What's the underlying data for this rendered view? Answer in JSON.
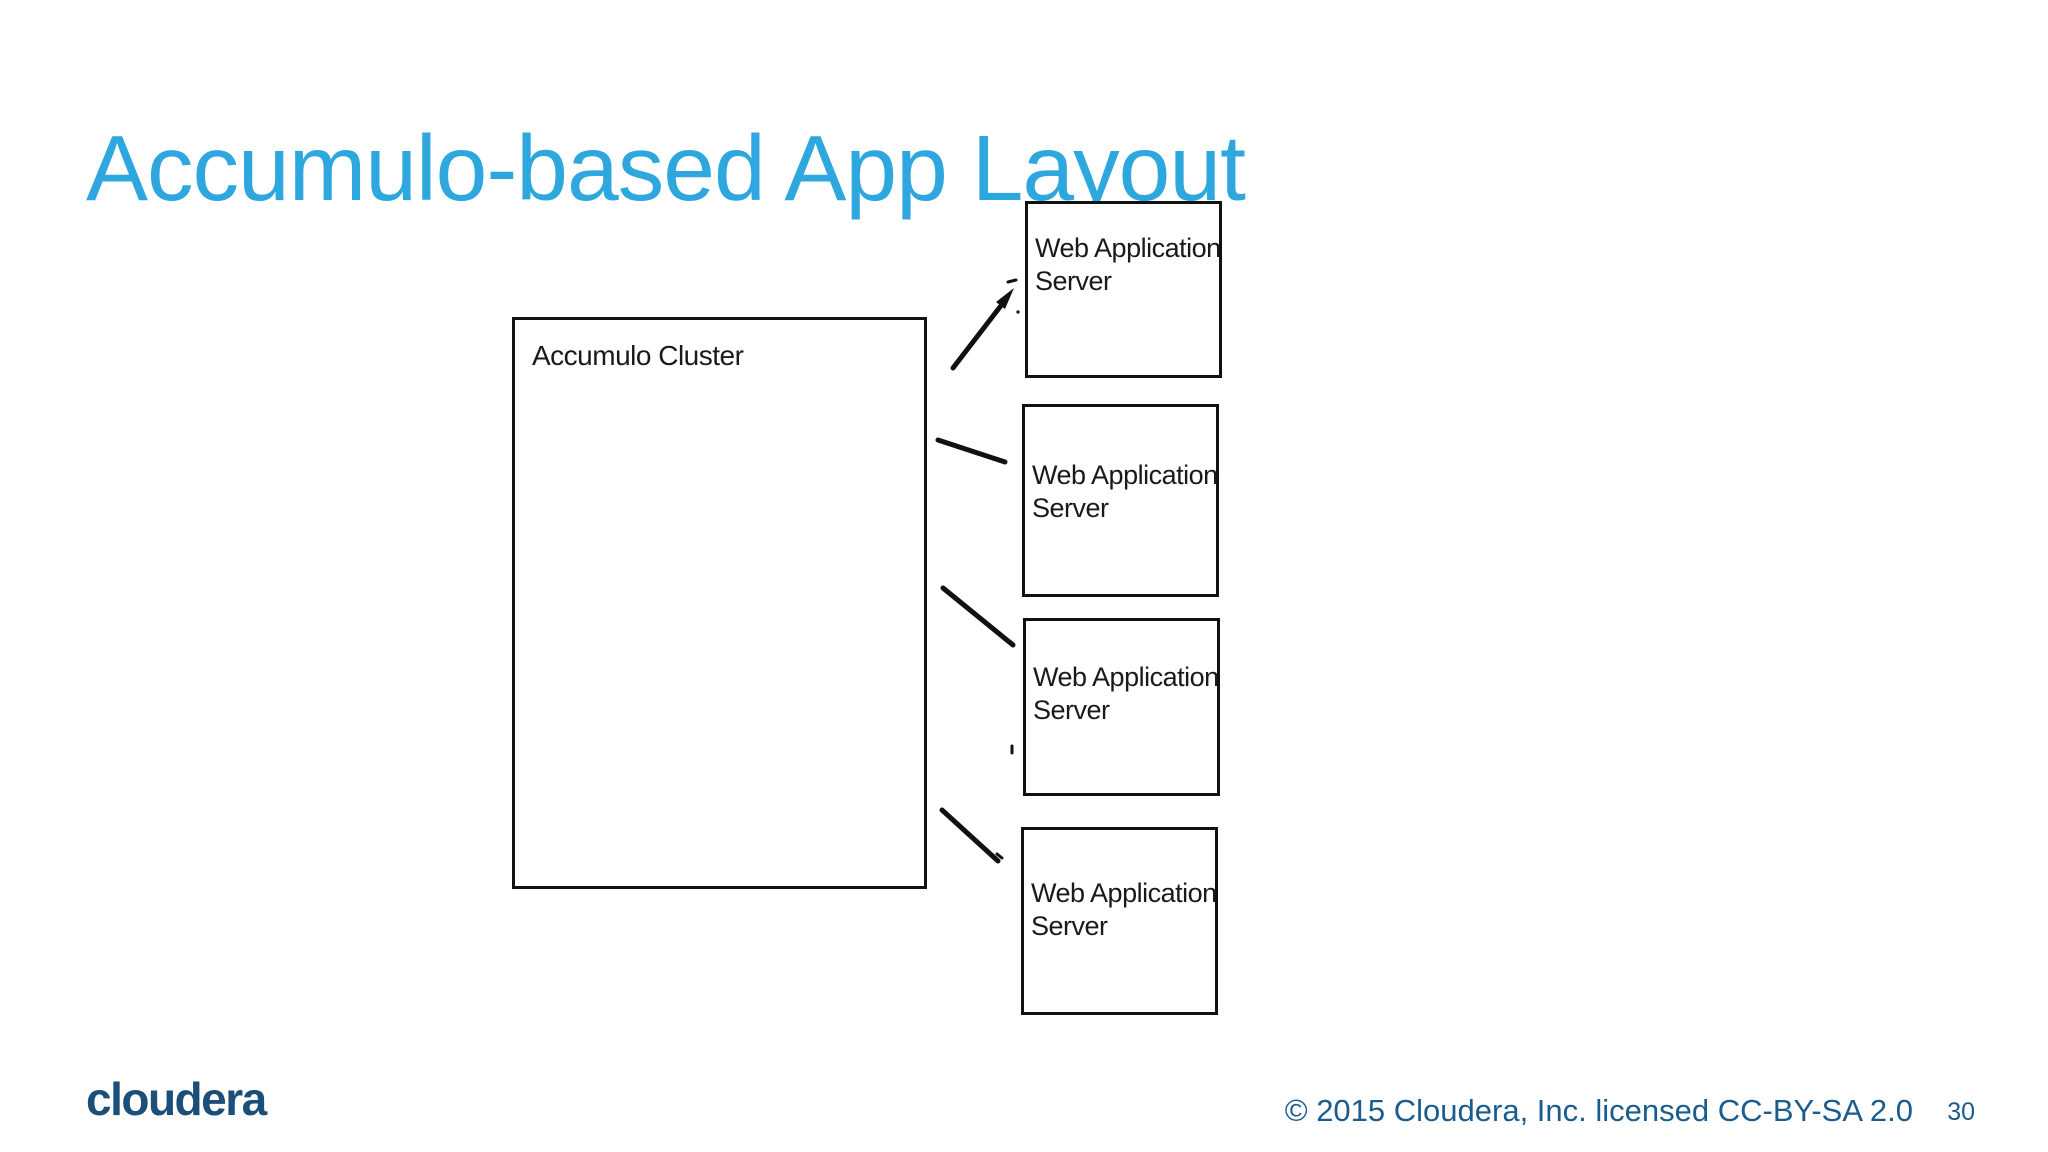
{
  "slide": {
    "title": "Accumulo-based App Layout",
    "title_color": "#2ea7df",
    "background_color": "#ffffff"
  },
  "diagram": {
    "cluster_box": {
      "label": "Accumulo Cluster"
    },
    "server_boxes": [
      {
        "label": "Web Application Server",
        "line1": "Web Application",
        "line2": "Server"
      },
      {
        "label": "Web Application Server",
        "line1": "Web Application",
        "line2": "Server"
      },
      {
        "label": "Web Application Server",
        "line1": "Web Application",
        "line2": "Server"
      },
      {
        "label": "Web Application Server",
        "line1": "Web Application",
        "line2": "Server"
      }
    ],
    "connector_count": 4,
    "line_color": "#111111",
    "box_border_color": "#111111",
    "box_text_color": "#1a1a1a"
  },
  "footer": {
    "logo_text": "cloudera",
    "logo_color": "#1b4e78",
    "copyright": "© 2015 Cloudera, Inc. licensed CC-BY-SA 2.0",
    "page_number": "30",
    "text_color": "#1a5c8e"
  }
}
